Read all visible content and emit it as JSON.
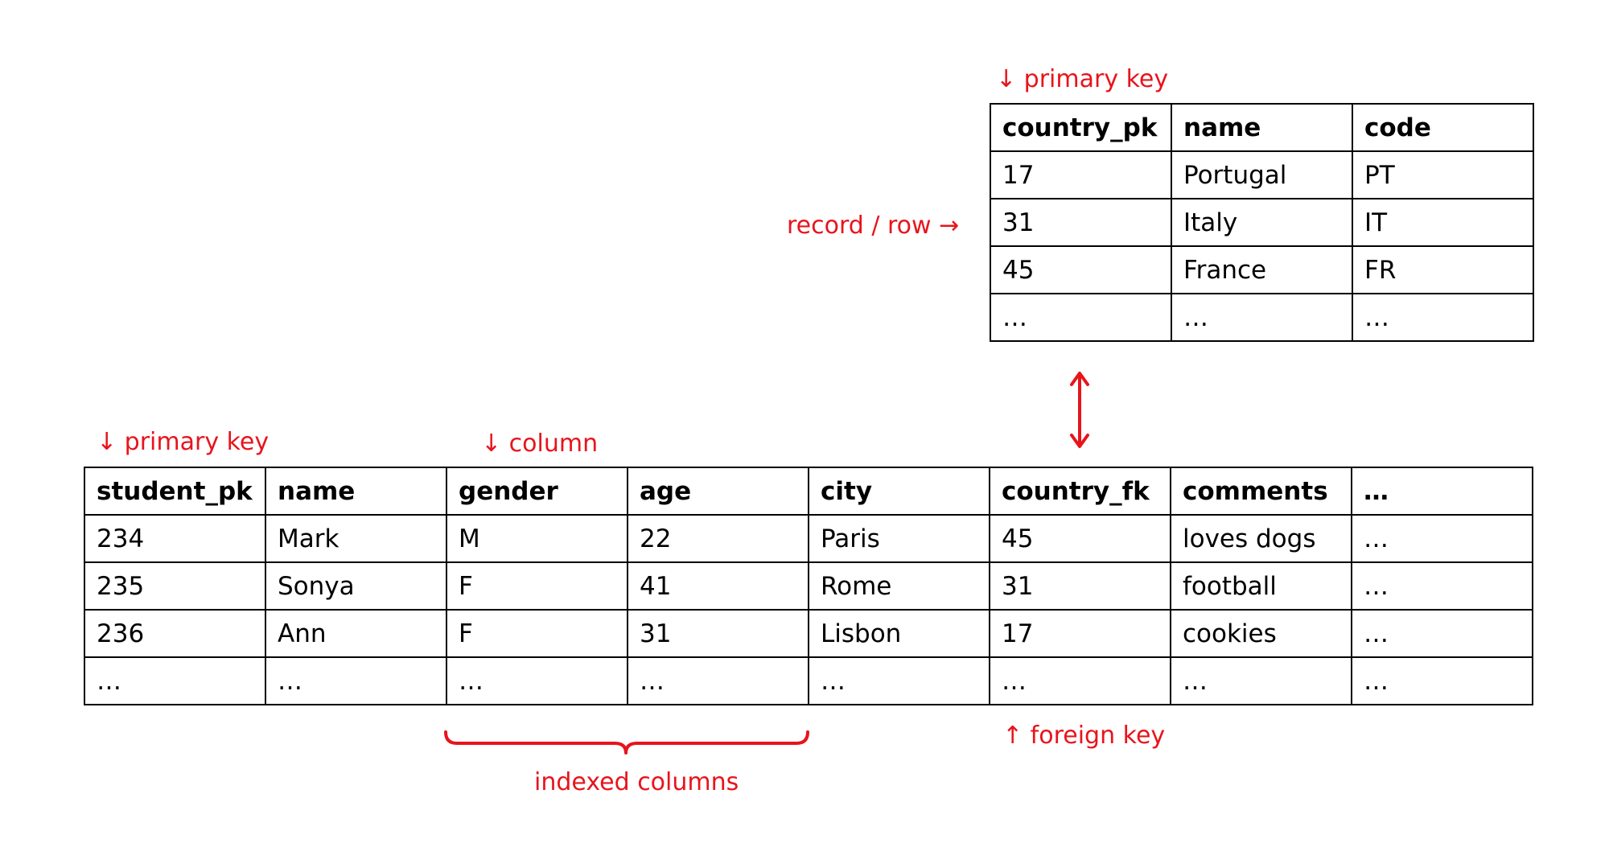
{
  "country_table": {
    "headers": [
      "country_pk",
      "name",
      "code"
    ],
    "rows": [
      [
        "17",
        "Portugal",
        "PT"
      ],
      [
        "31",
        "Italy",
        "IT"
      ],
      [
        "45",
        "France",
        "FR"
      ],
      [
        "…",
        "…",
        "…"
      ]
    ]
  },
  "student_table": {
    "headers": [
      "student_pk",
      "name",
      "gender",
      "age",
      "city",
      "country_fk",
      "comments",
      "…"
    ],
    "rows": [
      [
        "234",
        "Mark",
        "M",
        "22",
        "Paris",
        "45",
        "loves dogs",
        "…"
      ],
      [
        "235",
        "Sonya",
        "F",
        "41",
        "Rome",
        "31",
        "football",
        "…"
      ],
      [
        "236",
        "Ann",
        "F",
        "31",
        "Lisbon",
        "17",
        "cookies",
        "…"
      ],
      [
        "…",
        "…",
        "…",
        "…",
        "…",
        "…",
        "…",
        "…"
      ]
    ]
  },
  "annotations": {
    "country_primary_key": "↓ primary key",
    "record_row": "record / row →",
    "student_primary_key": "↓ primary key",
    "column": "↓ column",
    "foreign_key": "↑ foreign key",
    "indexed_columns": "indexed columns"
  },
  "colors": {
    "annotation": "#e8141c",
    "table_border": "#000000"
  }
}
